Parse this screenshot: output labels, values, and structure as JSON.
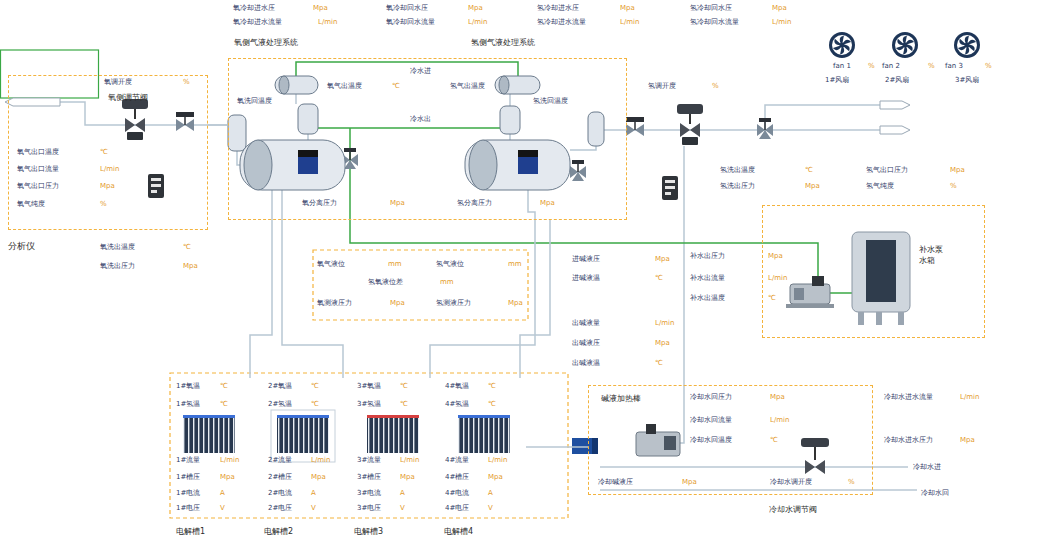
{
  "diagram": {
    "nodes": [
      {
        "text": [
          "氧侧气液处理系统",
          "氢侧气液处理系统"
        ]
      },
      {
        "text": [
          "氧侧调节阀"
        ]
      },
      {
        "text": [
          "补水泵 水箱"
        ]
      },
      {
        "text": [
          "电解槽1"
        ]
      },
      {
        "text": [
          "电解槽2"
        ]
      },
      {
        "text": [
          "电解槽3"
        ]
      },
      {
        "text": [
          "电解槽4"
        ]
      },
      {
        "text": [
          "碱液加热棒",
          "冷却水调节阀"
        ]
      }
    ],
    "edges": [
      {
        "from": 2,
        "to": 0,
        "arrow": "none"
      },
      {
        "from": 3,
        "to": 0,
        "arrow": "none"
      },
      {
        "from": 4,
        "to": 0,
        "arrow": "none"
      },
      {
        "from": 5,
        "to": 0,
        "arrow": "none"
      },
      {
        "from": 6,
        "to": 0,
        "arrow": "none"
      },
      {
        "from": 7,
        "to": 6,
        "arrow": "none"
      },
      {
        "from": 0,
        "to": 1,
        "arrow": "none"
      }
    ],
    "labels": [
      "氧冷却进水压",
      "Mpa",
      "氧冷却进水流量",
      "L/min",
      "氧冷却回水压",
      "Mpa",
      "氧冷却回水流量",
      "L/min",
      "氢冷却进水压",
      "Mpa",
      "氢冷却进水流量",
      "L/min",
      "氢冷却回水压",
      "Mpa",
      "氢冷却回水流量",
      "L/min",
      "fan 1",
      "%",
      "1#风扇",
      "fan 2",
      "%",
      "2#风扇",
      "fan 3",
      "%",
      "3#风扇",
      "氧调开度",
      "%",
      "氧气出口温度",
      "℃",
      "氧气出口流量",
      "L/min",
      "氧气出口压力",
      "Mpa",
      "氧气纯度",
      "%",
      "分析仪",
      "氧洗出温度",
      "℃",
      "氧洗出压力",
      "Mpa",
      "氧洗回温度",
      "氧气出温度",
      "℃",
      "冷水进",
      "冷水出",
      "氢气出温度",
      "氢洗回温度",
      "氧分离压力",
      "Mpa",
      "氢分离压力",
      "Mpa",
      "氢调开度",
      "%",
      "氢洗出温度",
      "℃",
      "氢洗出压力",
      "Mpa",
      "氢气出口压力",
      "Mpa",
      "氢气纯度",
      "%",
      "氧气液位",
      "mm",
      "氢气液位",
      "mm",
      "氢氧液位差",
      "mm",
      "氧测液压力",
      "Mpa",
      "氢测液压力",
      "Mpa",
      "进碱液压",
      "Mpa",
      "进碱液温",
      "℃",
      "出碱液量",
      "L/min",
      "出碱液压",
      "Mpa",
      "出碱液温",
      "℃",
      "补水出压力",
      "Mpa",
      "补水出流量",
      "L/min",
      "补水出温度",
      "℃",
      "1#氧温",
      "℃",
      "1#氢温",
      "℃",
      "1#流量",
      "L/min",
      "1#槽压",
      "Mpa",
      "1#电流",
      "A",
      "1#电压",
      "V",
      "2#氧温",
      "℃",
      "2#氢温",
      "℃",
      "2#流量",
      "L/min",
      "2#槽压",
      "Mpa",
      "2#电流",
      "A",
      "2#电压",
      "V",
      "3#氧温",
      "℃",
      "3#氢温",
      "℃",
      "3#流量",
      "L/min",
      "3#槽压",
      "Mpa",
      "3#电流",
      "A",
      "3#电压",
      "V",
      "4#氧温",
      "℃",
      "4#氢温",
      "℃",
      "4#流量",
      "L/min",
      "4#槽压",
      "Mpa",
      "4#电流",
      "A",
      "4#电压",
      "V",
      "冷却水回压力",
      "Mpa",
      "冷却水回流量",
      "L/min",
      "冷却水回温度",
      "℃",
      "冷却碱液压",
      "Mpa",
      "冷却水调开度",
      "%",
      "冷却水进水流量",
      "L/min",
      "冷却水进水压力",
      "Mpa",
      "冷却水进",
      "冷却水回"
    ]
  }
}
